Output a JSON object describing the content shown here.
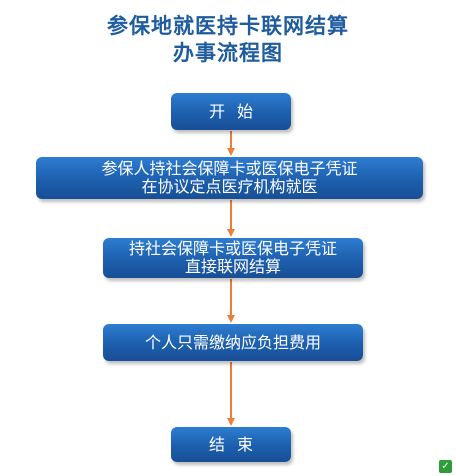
{
  "title": {
    "line1": "参保地就医持卡联网结算",
    "line2": "办事流程图"
  },
  "steps": {
    "start": "开始",
    "step1_line1": "参保人持社会保障卡或医保电子凭证",
    "step1_line2": "在协议定点医疗机构就医",
    "step2_line1": "持社会保障卡或医保电子凭证",
    "step2_line2": "直接联网结算",
    "step3": "个人只需缴纳应负担费用",
    "end": "结束"
  },
  "colors": {
    "title": "#1f5c9e",
    "box": "#1d5fae",
    "arrow": "#e8803a"
  },
  "icons": {
    "corner": "green-badge-icon"
  }
}
